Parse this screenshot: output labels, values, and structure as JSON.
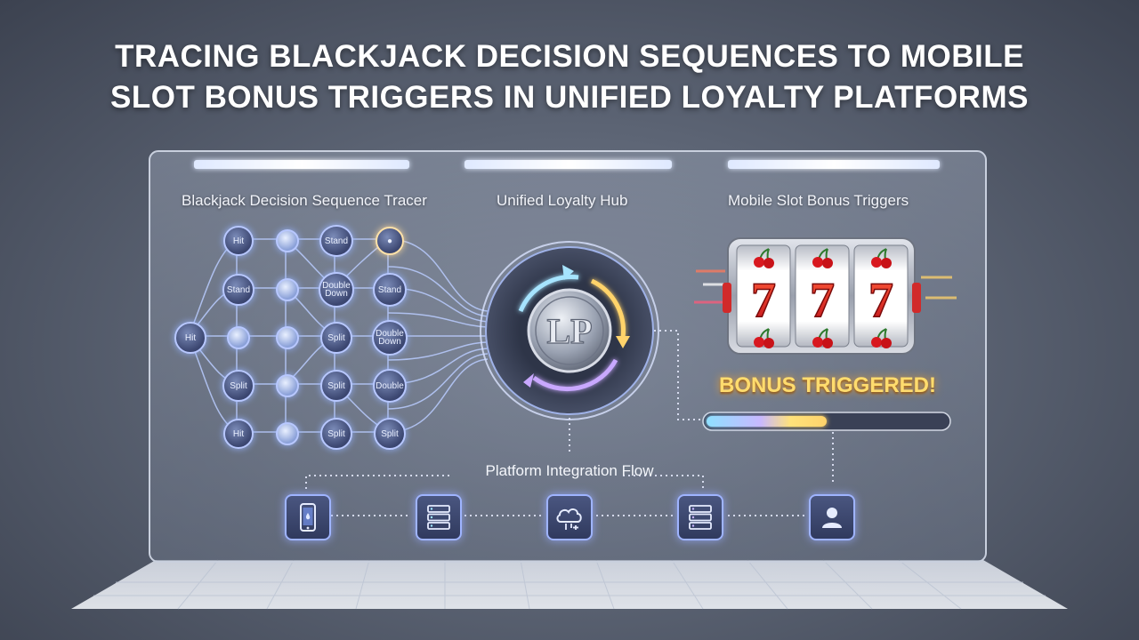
{
  "title": {
    "line1": "TRACING BLACKJACK DECISION SEQUENCES TO MOBILE",
    "line2": "SLOT BONUS TRIGGERS IN UNIFIED LOYALTY PLATFORMS"
  },
  "sections": {
    "tracer": "Blackjack Decision Sequence Tracer",
    "hub": "Unified Loyalty Hub",
    "slot": "Mobile Slot Bonus Triggers"
  },
  "tracer_nodes": {
    "start": "Hit",
    "r1c1": "Hit",
    "r1c3": "Stand",
    "r2c1": "Stand",
    "r2c3": "Double Down",
    "r2c4": "Stand",
    "r3c3": "Split",
    "r3c4": "Double Down",
    "r4c1": "Split",
    "r4c3": "Split",
    "r4c4": "Double",
    "r5c1": "Hit",
    "r5c3": "Split",
    "r5c4": "Split"
  },
  "hub": {
    "logo": "LP"
  },
  "slot": {
    "reels": [
      "7",
      "7",
      "7"
    ],
    "bonus_text": "BONUS TRIGGERED!",
    "progress": 0.5
  },
  "integration": {
    "label": "Platform Integration Flow",
    "icons": [
      "mobile-phone-icon",
      "server-icon",
      "cloud-icon",
      "server-icon",
      "user-icon"
    ]
  },
  "colors": {
    "accent_blue": "#a9c4ff",
    "accent_gold": "#ffd36b",
    "accent_purple": "#c9a8ff"
  }
}
